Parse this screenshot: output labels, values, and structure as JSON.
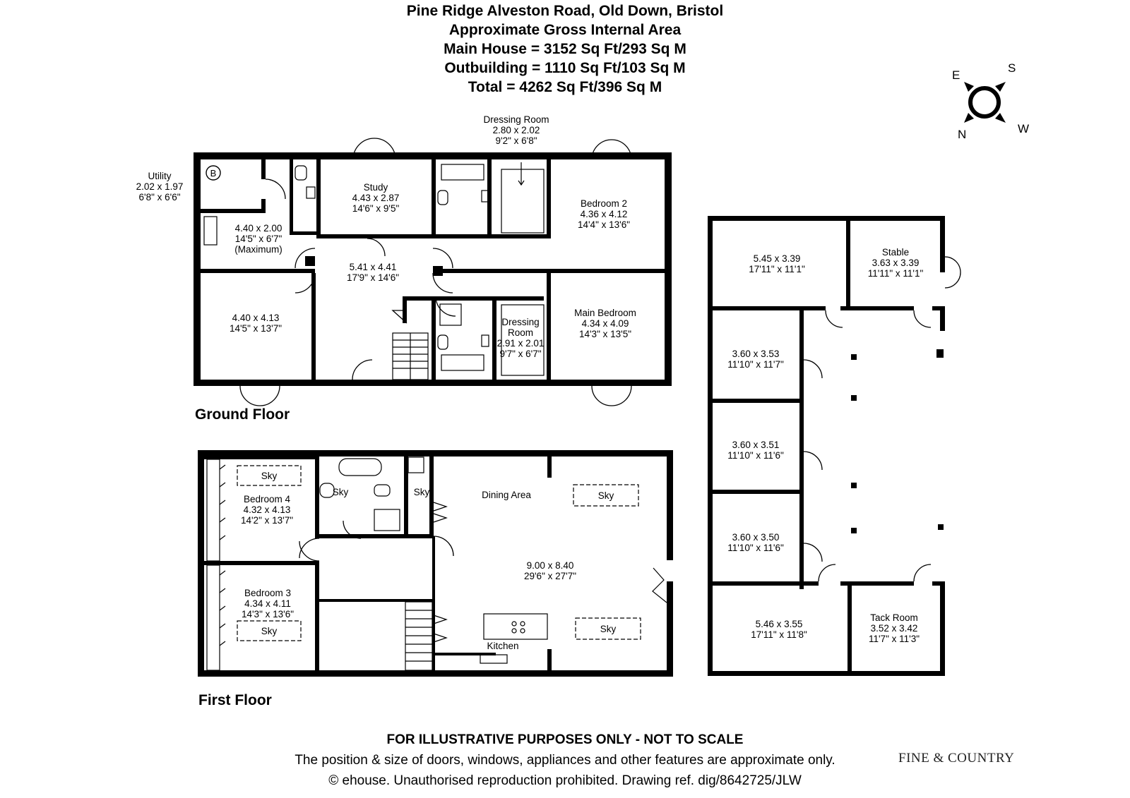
{
  "header": {
    "address": "Pine Ridge Alveston Road, Old Down, Bristol",
    "area_title": "Approximate Gross Internal Area",
    "main_house": "Main House = 3152 Sq Ft/293 Sq M",
    "outbuilding": "Outbuilding = 1110 Sq Ft/103 Sq M",
    "total": "Total = 4262 Sq Ft/396 Sq M"
  },
  "compass": {
    "e": "E",
    "s": "S",
    "n": "N",
    "w": "W"
  },
  "ground_floor": {
    "label": "Ground Floor",
    "boiler": "B",
    "utility": {
      "name": "Utility",
      "metric": "2.02 x 1.97",
      "imperial": "6'8\" x 6'6\""
    },
    "dressing_room_1": {
      "name": "Dressing Room",
      "metric": "2.80 x 2.02",
      "imperial": "9'2\" x 6'8\""
    },
    "study": {
      "name": "Study",
      "metric": "4.43 x 2.87",
      "imperial": "14'6\" x 9'5\""
    },
    "bedroom_2": {
      "name": "Bedroom 2",
      "metric": "4.36 x 4.12",
      "imperial": "14'4\" x 13'6\""
    },
    "kitchen_area": {
      "metric": "4.40 x 2.00",
      "imperial": "14'5\" x 6'7\"",
      "note": "(Maximum)"
    },
    "hall": {
      "metric": "5.41 x 4.41",
      "imperial": "17'9\" x 14'6\""
    },
    "living": {
      "metric": "4.40 x 4.13",
      "imperial": "14'5\" x 13'7\""
    },
    "dressing_room_2": {
      "name_1": "Dressing",
      "name_2": "Room",
      "metric": "2.91 x 2.01",
      "imperial": "9'7\" x 6'7\""
    },
    "main_bedroom": {
      "name": "Main Bedroom",
      "metric": "4.34 x 4.09",
      "imperial": "14'3\" x 13'5\""
    }
  },
  "first_floor": {
    "label": "First Floor",
    "bedroom_4": {
      "name": "Bedroom 4",
      "metric": "4.32 x 4.13",
      "imperial": "14'2\" x 13'7\""
    },
    "bedroom_3": {
      "name": "Bedroom 3",
      "metric": "4.34 x 4.11",
      "imperial": "14'3\" x 13'6\""
    },
    "dining_area": "Dining Area",
    "open_plan": {
      "metric": "9.00 x 8.40",
      "imperial": "29'6\" x 27'7\""
    },
    "kitchen": "Kitchen",
    "sky": "Sky"
  },
  "outbuilding": {
    "room_a": {
      "metric": "5.45 x 3.39",
      "imperial": "17'11\" x 11'1\""
    },
    "stable": {
      "name": "Stable",
      "metric": "3.63 x 3.39",
      "imperial": "11'11\" x 11'1\""
    },
    "room_b": {
      "metric": "3.60 x 3.53",
      "imperial": "11'10\" x 11'7\""
    },
    "room_c": {
      "metric": "3.60 x 3.51",
      "imperial": "11'10\" x 11'6\""
    },
    "room_d": {
      "metric": "3.60 x 3.50",
      "imperial": "11'10\" x 11'6\""
    },
    "room_e": {
      "metric": "5.46 x 3.55",
      "imperial": "17'11\" x 11'8\""
    },
    "tack_room": {
      "name": "Tack Room",
      "metric": "3.52 x 3.42",
      "imperial": "11'7\" x 11'3\""
    }
  },
  "footer": {
    "disclaimer": "FOR ILLUSTRATIVE PURPOSES ONLY - NOT TO SCALE",
    "note": "The position & size of doors, windows, appliances and other features are approximate only.",
    "copyright": "© ehouse. Unauthorised reproduction prohibited. Drawing ref. dig/8642725/JLW",
    "brand": "FINE & COUNTRY"
  }
}
